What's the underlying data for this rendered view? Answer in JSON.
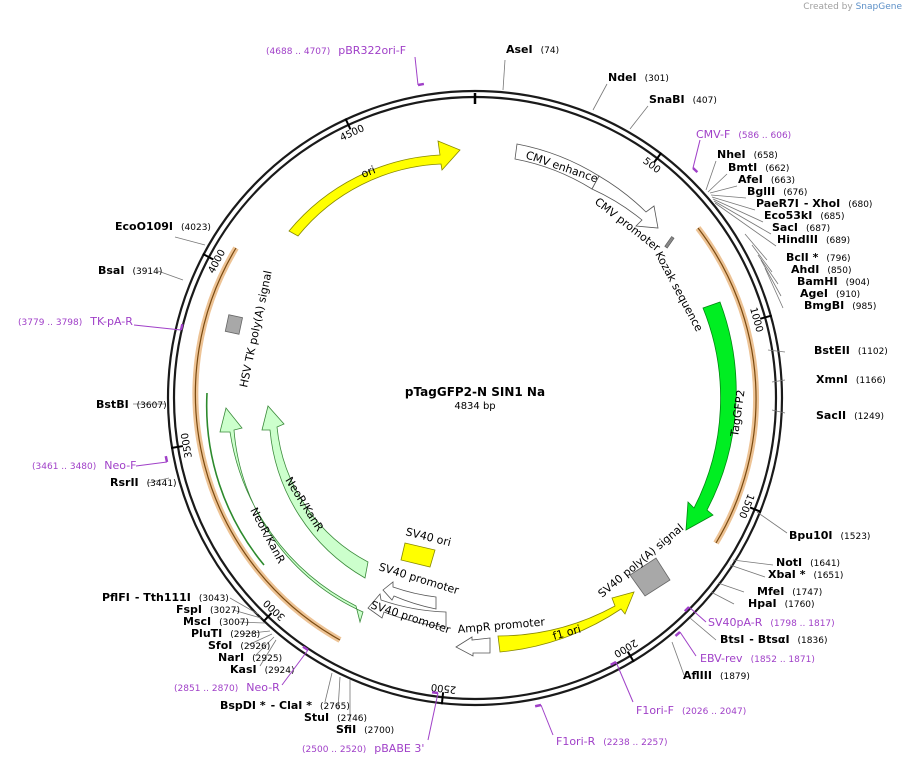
{
  "credit": {
    "prefix": "Created by",
    "brand": "SnapGene"
  },
  "plasmid": {
    "name": "pTagGFP2-N SIN1 Na",
    "size_label": "4834 bp",
    "length": 4834
  },
  "ticks": [
    {
      "bp": 500,
      "label": "500"
    },
    {
      "bp": 1000,
      "label": "1000"
    },
    {
      "bp": 1500,
      "label": "1500"
    },
    {
      "bp": 2000,
      "label": "2000"
    },
    {
      "bp": 2500,
      "label": "2500"
    },
    {
      "bp": 3000,
      "label": "3000"
    },
    {
      "bp": 3500,
      "label": "3500"
    },
    {
      "bp": 4000,
      "label": "4000"
    },
    {
      "bp": 4500,
      "label": "4500"
    }
  ],
  "colors": {
    "backbone": "#1a1a1a",
    "enzyme_text": "#000000",
    "primer": "#a040c8",
    "ori": "#ffff00",
    "gfp": "#00ee22",
    "neo": "#ccffcc",
    "promoter": "#ffffff",
    "f1ori": "#ffff00",
    "polya": "#a8a8a8",
    "orange_arc": "#e8b47a"
  },
  "enzymes": [
    {
      "name": "AseI",
      "pos": "(74)"
    },
    {
      "name": "NdeI",
      "pos": "(301)"
    },
    {
      "name": "SnaBI",
      "pos": "(407)"
    },
    {
      "name": "NheI",
      "pos": "(658)"
    },
    {
      "name": "BmtI",
      "pos": "(662)"
    },
    {
      "name": "AfeI",
      "pos": "(663)"
    },
    {
      "name": "BglII",
      "pos": "(676)"
    },
    {
      "name": "PaeR7I",
      "extra": "- XhoI",
      "pos": "(680)"
    },
    {
      "name": "Eco53kI",
      "pos": "(685)"
    },
    {
      "name": "SacI",
      "pos": "(687)"
    },
    {
      "name": "HindIII",
      "pos": "(689)"
    },
    {
      "name": "BclI *",
      "pos": "(796)"
    },
    {
      "name": "AhdI",
      "pos": "(850)"
    },
    {
      "name": "BamHI",
      "pos": "(904)"
    },
    {
      "name": "AgeI",
      "pos": "(910)"
    },
    {
      "name": "BmgBI",
      "pos": "(985)"
    },
    {
      "name": "BstEII",
      "pos": "(1102)"
    },
    {
      "name": "XmnI",
      "pos": "(1166)"
    },
    {
      "name": "SacII",
      "pos": "(1249)"
    },
    {
      "name": "Bpu10I",
      "pos": "(1523)"
    },
    {
      "name": "NotI",
      "pos": "(1641)"
    },
    {
      "name": "XbaI *",
      "pos": "(1651)"
    },
    {
      "name": "MfeI",
      "pos": "(1747)"
    },
    {
      "name": "HpaI",
      "pos": "(1760)"
    },
    {
      "name": "BtsI",
      "extra": "- BtsαI",
      "pos": "(1836)"
    },
    {
      "name": "AflIII",
      "pos": "(1879)"
    },
    {
      "name": "SfiI",
      "pos": "(2700)"
    },
    {
      "name": "StuI",
      "pos": "(2746)"
    },
    {
      "name": "BspDI *",
      "extra": "- ClaI *",
      "pos": "(2765)"
    },
    {
      "name": "KasI",
      "pos": "(2924)"
    },
    {
      "name": "NarI",
      "pos": "(2925)"
    },
    {
      "name": "SfoI",
      "pos": "(2926)"
    },
    {
      "name": "PluTI",
      "pos": "(2928)"
    },
    {
      "name": "MscI",
      "pos": "(3007)"
    },
    {
      "name": "FspI",
      "pos": "(3027)"
    },
    {
      "name": "PflFI",
      "extra": "- Tth111I",
      "pos": "(3043)"
    },
    {
      "name": "RsrII",
      "pos": "(3441)"
    },
    {
      "name": "BstBI",
      "pos": "(3607)"
    },
    {
      "name": "BsaI",
      "pos": "(3914)"
    },
    {
      "name": "EcoO109I",
      "pos": "(4023)"
    }
  ],
  "primers": [
    {
      "name": "pBR322ori-F",
      "range": "(4688 .. 4707)"
    },
    {
      "name": "CMV-F",
      "range": "(586 .. 606)"
    },
    {
      "name": "SV40pA-R",
      "range": "(1798 .. 1817)"
    },
    {
      "name": "EBV-rev",
      "range": "(1852 .. 1871)"
    },
    {
      "name": "F1ori-F",
      "range": "(2026 .. 2047)"
    },
    {
      "name": "F1ori-R",
      "range": "(2238 .. 2257)"
    },
    {
      "name": "pBABE 3'",
      "range": "(2500 .. 2520)"
    },
    {
      "name": "Neo-R",
      "range": "(2851 .. 2870)"
    },
    {
      "name": "Neo-F",
      "range": "(3461 .. 3480)"
    },
    {
      "name": "TK-pA-R",
      "range": "(3779 .. 3798)"
    }
  ],
  "features": [
    {
      "name": "ori"
    },
    {
      "name": "CMV enhancer"
    },
    {
      "name": "CMV promoter"
    },
    {
      "name": "Kozak sequence"
    },
    {
      "name": "TagGFP2"
    },
    {
      "name": "SV40 poly(A) signal"
    },
    {
      "name": "f1 ori"
    },
    {
      "name": "AmpR promoter"
    },
    {
      "name": "SV40 promoter"
    },
    {
      "name": "SV40 promoter"
    },
    {
      "name": "SV40 ori"
    },
    {
      "name": "NeoR/KanR"
    },
    {
      "name": "NeoR/KanR"
    },
    {
      "name": "HSV TK poly(A) signal"
    }
  ]
}
